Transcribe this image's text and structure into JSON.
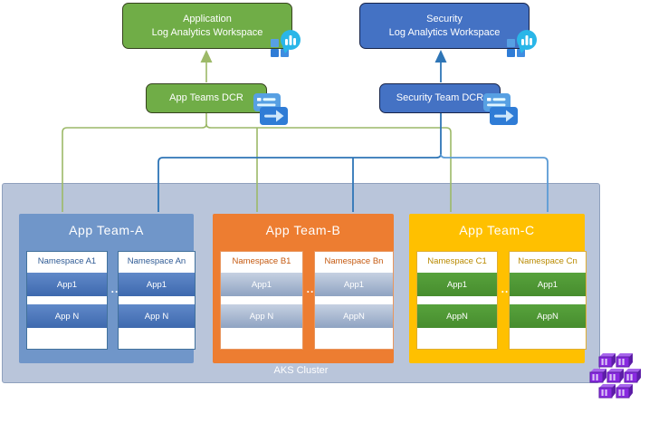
{
  "workspaces": [
    {
      "line1": "Application",
      "line2": "Log Analytics Workspace"
    },
    {
      "line1": "Security",
      "line2": "Log Analytics Workspace"
    }
  ],
  "dcrs": [
    {
      "label": "App Teams DCR"
    },
    {
      "label": "Security Team DCR"
    }
  ],
  "cluster": {
    "label": "AKS Cluster",
    "teams": [
      {
        "name": "App Team-A",
        "separator": "..",
        "namespaces": [
          {
            "name": "Namespace A1",
            "apps": [
              "App1",
              "App N"
            ]
          },
          {
            "name": "Namespace An",
            "apps": [
              "App1",
              "App N"
            ]
          }
        ]
      },
      {
        "name": "App Team-B",
        "separator": "..",
        "namespaces": [
          {
            "name": "Namespace B1",
            "apps": [
              "App1",
              "App N"
            ]
          },
          {
            "name": "Namespace Bn",
            "apps": [
              "App1",
              "AppN"
            ]
          }
        ]
      },
      {
        "name": "App Team-C",
        "separator": "..",
        "namespaces": [
          {
            "name": "Namespace C1",
            "apps": [
              "App1",
              "AppN"
            ]
          },
          {
            "name": "Namespace Cn",
            "apps": [
              "App1",
              "AppN"
            ]
          }
        ]
      }
    ]
  },
  "icons": {
    "workspace": "log-analytics-workspace-icon",
    "dcr": "data-collection-rule-icon",
    "containers": "container-cluster-icon"
  },
  "colors": {
    "green-fill": "#70AD47",
    "green-border": "#36421f",
    "blue-fill": "#4472C4",
    "blue-border": "#17244a",
    "green-line": "#9cb968",
    "blue-line": "#2e75b6",
    "blue-line-light": "#5b9bd5",
    "cluster-fill": "#b9c5da",
    "cluster-border": "#8fa0bd",
    "cluster-label": "#ffffff",
    "team-a-fill": "#7096c9",
    "team-b-fill": "#ED7D31",
    "team-c-fill": "#FFC000",
    "card-border-a": "#41719c",
    "card-border-b": "#e8965e",
    "card-border-c": "#dfae32",
    "ns-a-text": "#2e5a94",
    "ns-b-text": "#c55a11",
    "ns-c-text": "#b98a00",
    "appbar-a-top": "#6089c9",
    "appbar-a-bot": "#3e69ae",
    "appbar-b-top": "#c6d1e2",
    "appbar-b-bot": "#8fa3c2",
    "appbar-c-top": "#57a23c",
    "appbar-c-bot": "#478d2e",
    "icon-cyan": "#2ab6e8",
    "icon-blue": "#2f7cd6",
    "icon-blue-mid": "#3f8ce0",
    "icon-blue-light": "#57a0e3",
    "icon-purple": "#8929e0",
    "icon-purple-dark": "#5c1da6",
    "icon-purple-light": "#a765ec",
    "icon-slit": "#d9c2f5"
  }
}
